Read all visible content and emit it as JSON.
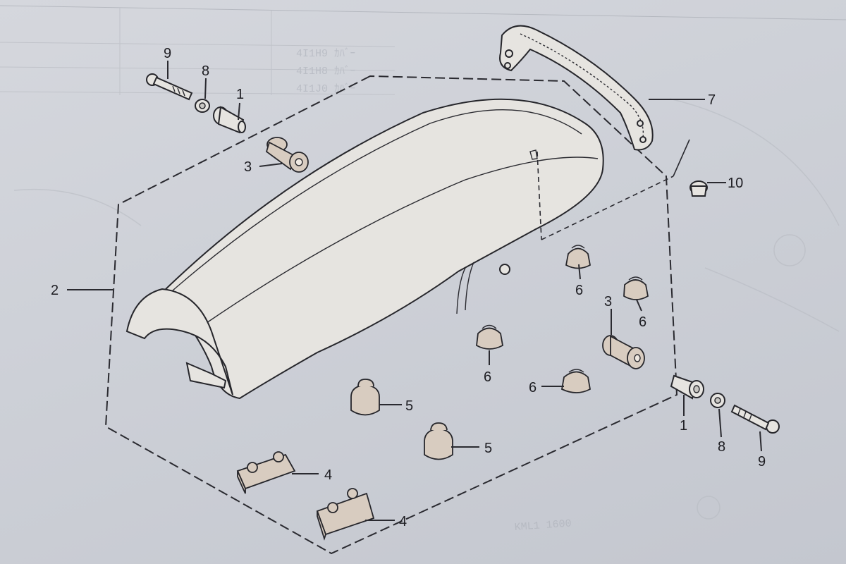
{
  "labels": {
    "l1a": "1",
    "l1b": "1",
    "l2": "2",
    "l3a": "3",
    "l3b": "3",
    "l4a": "4",
    "l4b": "4",
    "l5a": "5",
    "l5b": "5",
    "l6a": "6",
    "l6b": "6",
    "l6c": "6",
    "l6d": "6",
    "l7": "7",
    "l8a": "8",
    "l8b": "8",
    "l9a": "9",
    "l9b": "9",
    "l10": "10"
  },
  "ghost_text": {
    "table_row1": "4I1H9  ｶﾊﾞｰ",
    "table_row2": "4I1H8  ｶﾊﾞｰ",
    "table_row3": "4I1J0  ｶﾊﾞｰ",
    "code": "KML1 1600"
  }
}
